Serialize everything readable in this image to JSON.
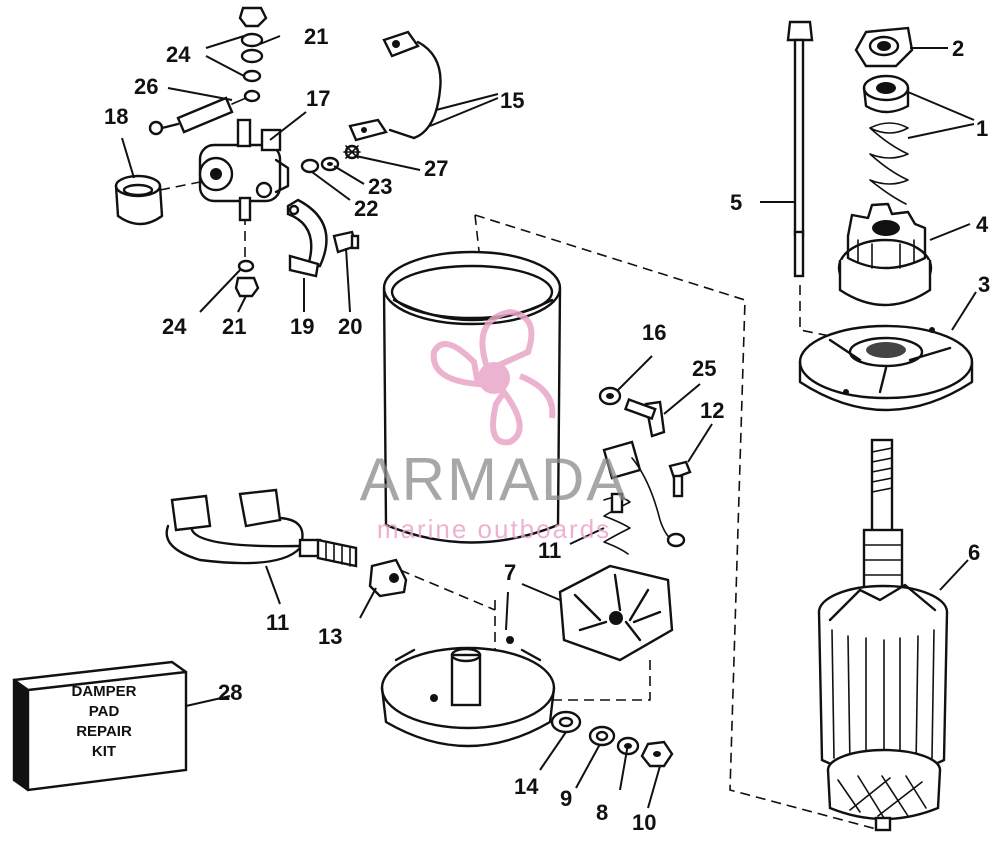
{
  "diagram": {
    "part_labels": {
      "p1": "1",
      "p2": "2",
      "p3": "3",
      "p4": "4",
      "p5": "5",
      "p6": "6",
      "p7": "7",
      "p8": "8",
      "p9": "9",
      "p10": "10",
      "p11a": "11",
      "p11b": "11",
      "p12": "12",
      "p13": "13",
      "p14": "14",
      "p15": "15",
      "p16": "16",
      "p17": "17",
      "p18": "18",
      "p19": "19",
      "p20": "20",
      "p21a": "21",
      "p21b": "21",
      "p22": "22",
      "p23": "23",
      "p24a": "24",
      "p24b": "24",
      "p25": "25",
      "p26": "26",
      "p27": "27",
      "p28": "28"
    },
    "kit_box": {
      "line1": "DAMPER",
      "line2": "PAD",
      "line3": "REPAIR",
      "line4": "KIT"
    }
  },
  "watermark": {
    "brand": "ARMADA",
    "tagline": "marine outboards",
    "icon": "propeller-icon",
    "colors": {
      "accent": "#e9a6c8",
      "brand": "#8a8a8a"
    }
  }
}
